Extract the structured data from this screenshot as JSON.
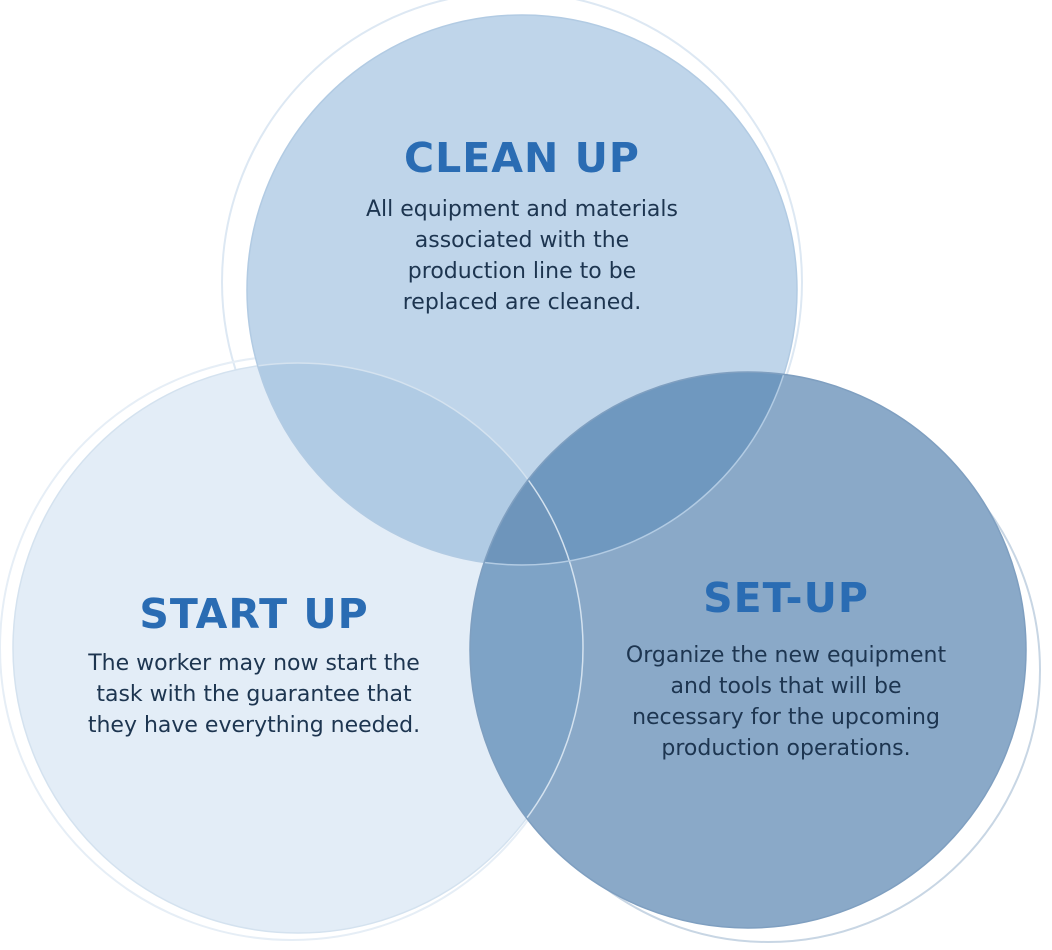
{
  "colors": {
    "heading": "#2a6cb3",
    "body_text": "#1d3550",
    "clean_up_circle": "#bfd5ea",
    "start_up_circle": "#e3edf7",
    "set_up_circle": "#8aa9c8",
    "overlap_clean_setup": "#6f98bf",
    "overlap_start_setup": "#7ea3c6"
  },
  "clean_up": {
    "title": "CLEAN UP",
    "lines": [
      "All equipment and materials",
      "associated with the",
      "production line to be",
      "replaced are cleaned."
    ]
  },
  "start_up": {
    "title": "START UP",
    "lines": [
      "The worker may now start the",
      "task with the guarantee that",
      "they have everything needed."
    ]
  },
  "set_up": {
    "title": "SET-UP",
    "lines": [
      "Organize the new equipment",
      "and tools that will be",
      "necessary for the upcoming",
      "production operations."
    ]
  }
}
